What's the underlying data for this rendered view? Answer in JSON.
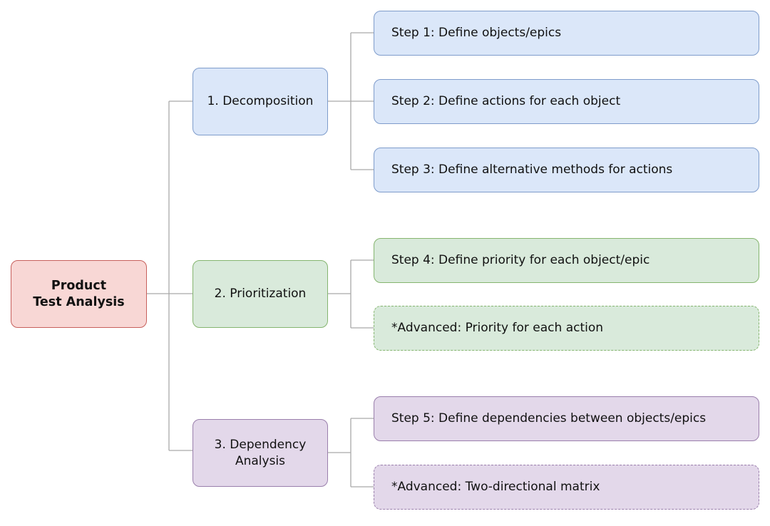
{
  "root": {
    "line1": "Product",
    "line2": "Test Analysis",
    "fill": "#f8d7d5",
    "stroke": "#c7605c"
  },
  "colors": {
    "connector": "#a9a9a9",
    "blue_fill": "#dbe7f9",
    "blue_stroke": "#7e9ccb",
    "green_fill": "#d9eadb",
    "green_stroke": "#85b56f",
    "purple_fill": "#e3d8ea",
    "purple_stroke": "#9a7fac"
  },
  "branches": [
    {
      "line1": "1. Decomposition",
      "line2": "",
      "leaves": [
        {
          "label": "Step 1: Define objects/epics"
        },
        {
          "label": "Step 2: Define actions for each object"
        },
        {
          "label": "Step 3: Define alternative methods for actions"
        }
      ]
    },
    {
      "line1": "2. Prioritization",
      "line2": "",
      "leaves": [
        {
          "label": "Step 4: Define priority for each object/epic"
        },
        {
          "label": "*Advanced: Priority for each action"
        }
      ]
    },
    {
      "line1": "3. Dependency",
      "line2": "Analysis",
      "leaves": [
        {
          "label": "Step 5: Define dependencies between objects/epics"
        },
        {
          "label": "*Advanced: Two-directional matrix"
        }
      ]
    }
  ]
}
